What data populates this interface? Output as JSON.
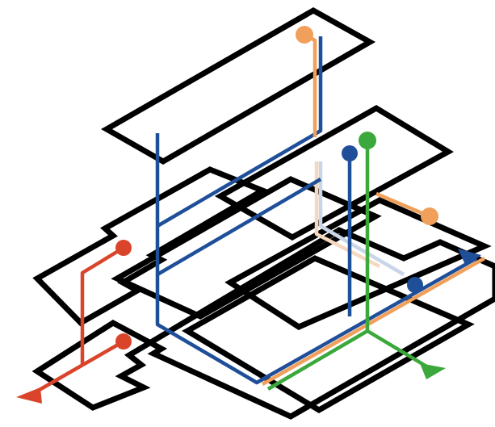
{
  "diagram": {
    "kind": "isometric multi-level transit route diagram",
    "plate_color": "#000000",
    "levels": [
      {
        "id": "top-level",
        "name": "level-1"
      },
      {
        "id": "upper-mid-level",
        "name": "level-2"
      },
      {
        "id": "mid-level",
        "name": "level-3"
      },
      {
        "id": "lower-mid-level",
        "name": "level-4"
      },
      {
        "id": "ground-level",
        "name": "level-5"
      }
    ],
    "routes": [
      {
        "id": "blue",
        "color": "#1f4f99",
        "start": "dot",
        "end": "arrow"
      },
      {
        "id": "orange",
        "color": "#f0a05a",
        "start": "dot",
        "end": "dot"
      },
      {
        "id": "green",
        "color": "#3aa83a",
        "start": "dot",
        "end": "arrow"
      },
      {
        "id": "red",
        "color": "#d9442a",
        "start": "dot",
        "end": "arrow"
      }
    ]
  }
}
